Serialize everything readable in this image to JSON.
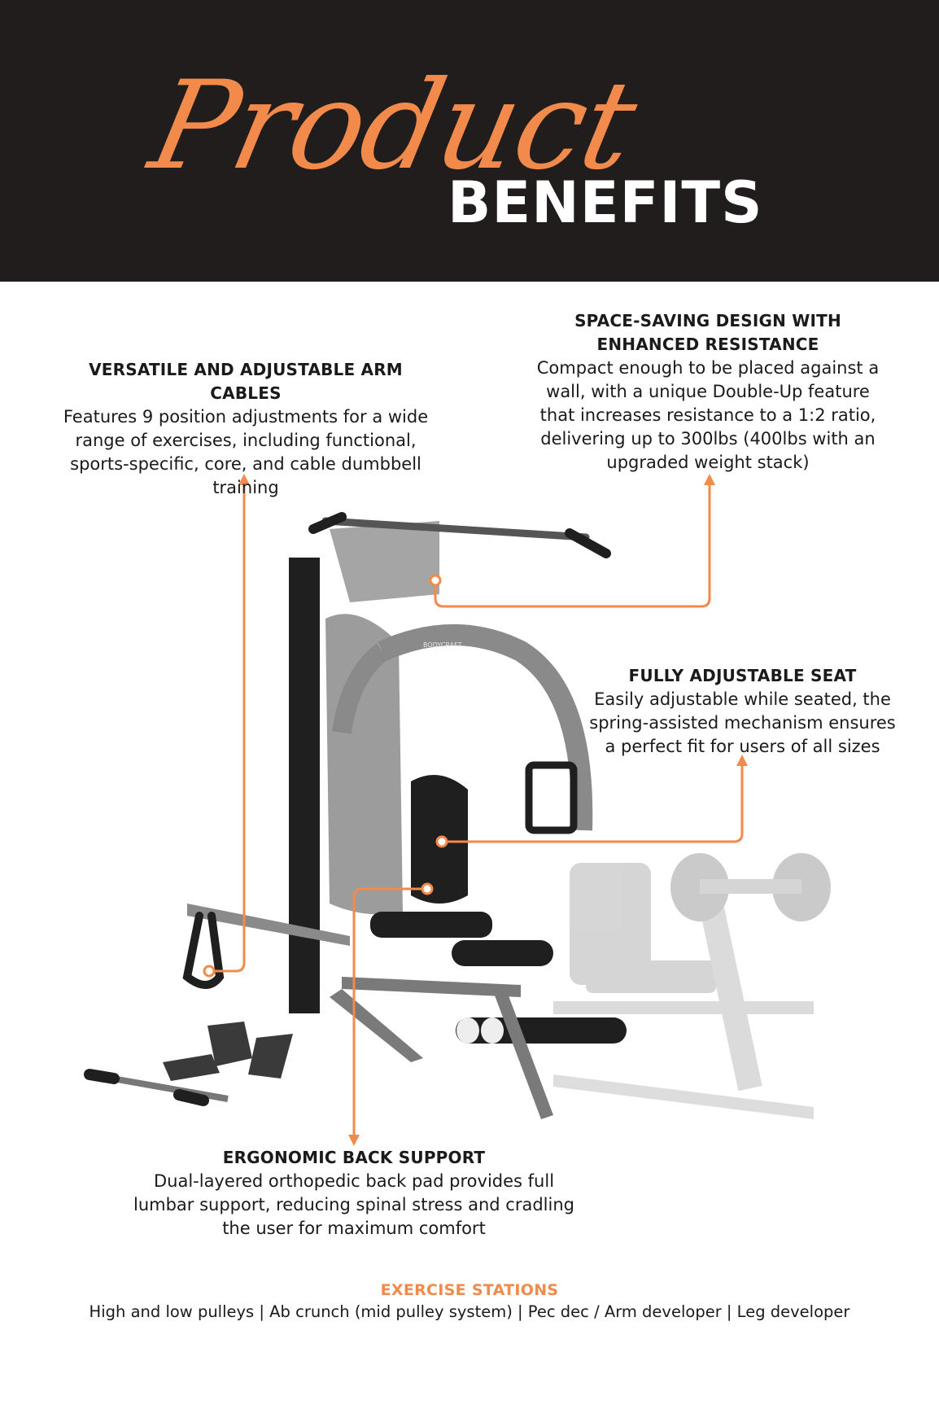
{
  "header": {
    "script_word": "Product",
    "bold_word": "BENEFITS",
    "background": "#201d1c",
    "accent": "#f18a4b"
  },
  "callouts": {
    "arm_cables": {
      "title": "VERSATILE AND ADJUSTABLE ARM CABLES",
      "lines": [
        "Features 9 position adjustments for a wide",
        "range of exercises, including functional,",
        "sports-specific, core, and cable dumbbell",
        "training"
      ]
    },
    "space_saving": {
      "title_lines": [
        "SPACE-SAVING DESIGN WITH",
        "ENHANCED RESISTANCE"
      ],
      "lines": [
        "Compact enough to be placed against a",
        "wall, with a unique Double-Up feature",
        "that increases resistance to a 1:2 ratio,",
        "delivering up to 300lbs (400lbs with an",
        "upgraded weight stack)"
      ]
    },
    "seat": {
      "title": "FULLY ADJUSTABLE SEAT",
      "lines": [
        "Easily adjustable while seated, the",
        "spring-assisted mechanism ensures",
        "a perfect fit for users of all sizes"
      ]
    },
    "back_support": {
      "title": "ERGONOMIC BACK SUPPORT",
      "lines": [
        "Dual-layered orthopedic back pad provides full",
        "lumbar support, reducing spinal stress and cradling",
        "the user for maximum comfort"
      ]
    }
  },
  "footer": {
    "heading": "EXERCISE STATIONS",
    "text": "High and low pulleys | Ab crunch (mid pulley system) | Pec dec / Arm developer | Leg developer"
  },
  "image": {
    "icon": "home-gym-machine-icon",
    "brand_label": "BODYCRAFT"
  }
}
